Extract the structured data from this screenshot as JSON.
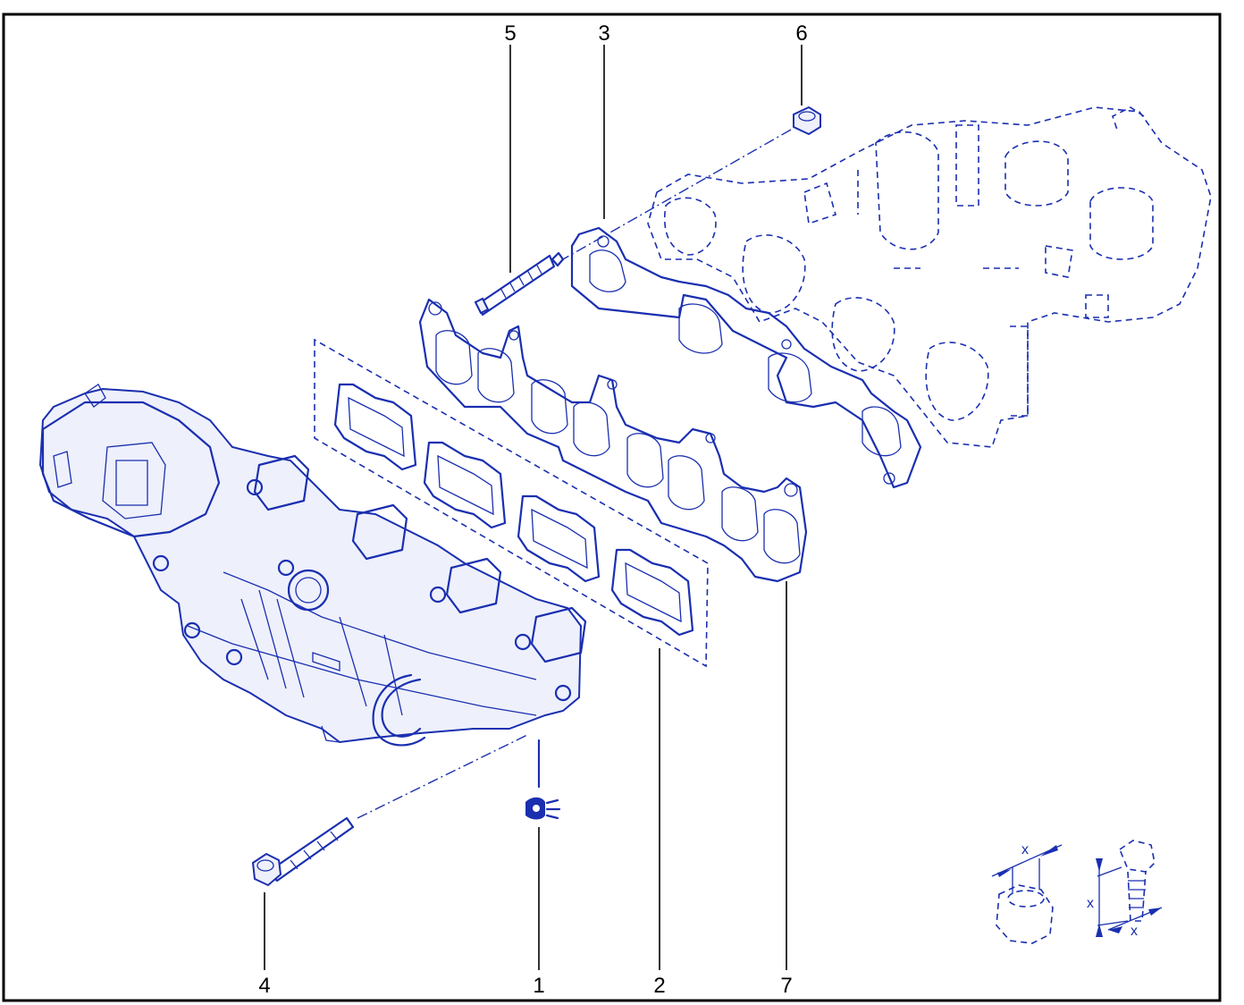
{
  "callouts": [
    {
      "id": "1",
      "label": "1"
    },
    {
      "id": "2",
      "label": "2"
    },
    {
      "id": "3",
      "label": "3"
    },
    {
      "id": "4",
      "label": "4"
    },
    {
      "id": "5",
      "label": "5"
    },
    {
      "id": "6",
      "label": "6"
    },
    {
      "id": "7",
      "label": "7"
    }
  ],
  "torque_legend": {
    "nut_dimension": "x",
    "bolt_dimension_length": "x",
    "bolt_dimension_thread": "x"
  },
  "colors": {
    "line_art": "#1a2fb0",
    "frame": "#000000",
    "labels": "#000000"
  }
}
